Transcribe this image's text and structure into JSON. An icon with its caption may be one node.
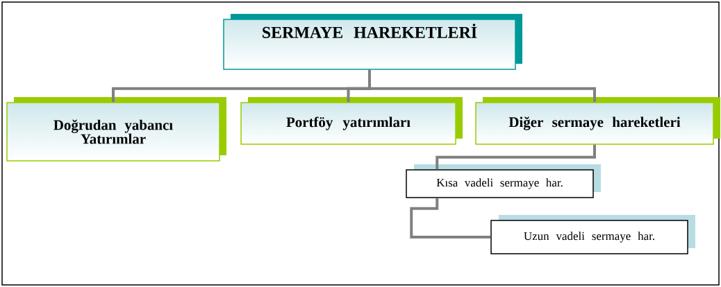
{
  "diagram": {
    "nodes": [
      {
        "text": [
          "SERMAYE HAREKETLERİ"
        ]
      },
      {
        "text": [
          "Doğrudan yabancı Yatırımlar"
        ]
      },
      {
        "text": [
          "Portföy yatırımları"
        ]
      },
      {
        "text": [
          "Diğer sermaye hareketleri"
        ]
      },
      {
        "text": [
          "Kısa vadeli sermaye har."
        ]
      },
      {
        "text": [
          "Uzun vadeli sermaye har."
        ]
      }
    ],
    "edges": [
      {
        "from": 0,
        "to": 1,
        "arrow": "none"
      },
      {
        "from": 0,
        "to": 2,
        "arrow": "none"
      },
      {
        "from": 0,
        "to": 3,
        "arrow": "none"
      },
      {
        "from": 3,
        "to": 4,
        "arrow": "none"
      },
      {
        "from": 4,
        "to": 5,
        "arrow": "none"
      }
    ]
  }
}
